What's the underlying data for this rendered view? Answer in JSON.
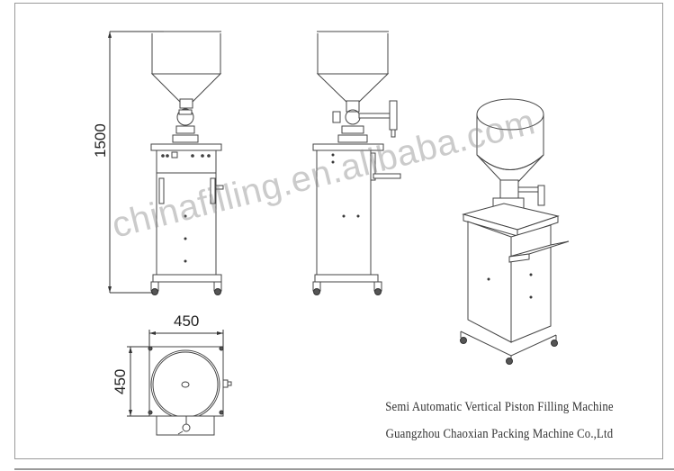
{
  "drawing": {
    "height_dimension": "1500",
    "width_dimension": "450",
    "depth_dimension": "450",
    "views": [
      "front",
      "side",
      "isometric",
      "top"
    ]
  },
  "caption": {
    "title": "Semi Automatic Vertical Piston Filling Machine",
    "company": "Guangzhou Chaoxian Packing Machine Co.,Ltd"
  },
  "watermark": "chinafilling.en.alibaba.com"
}
